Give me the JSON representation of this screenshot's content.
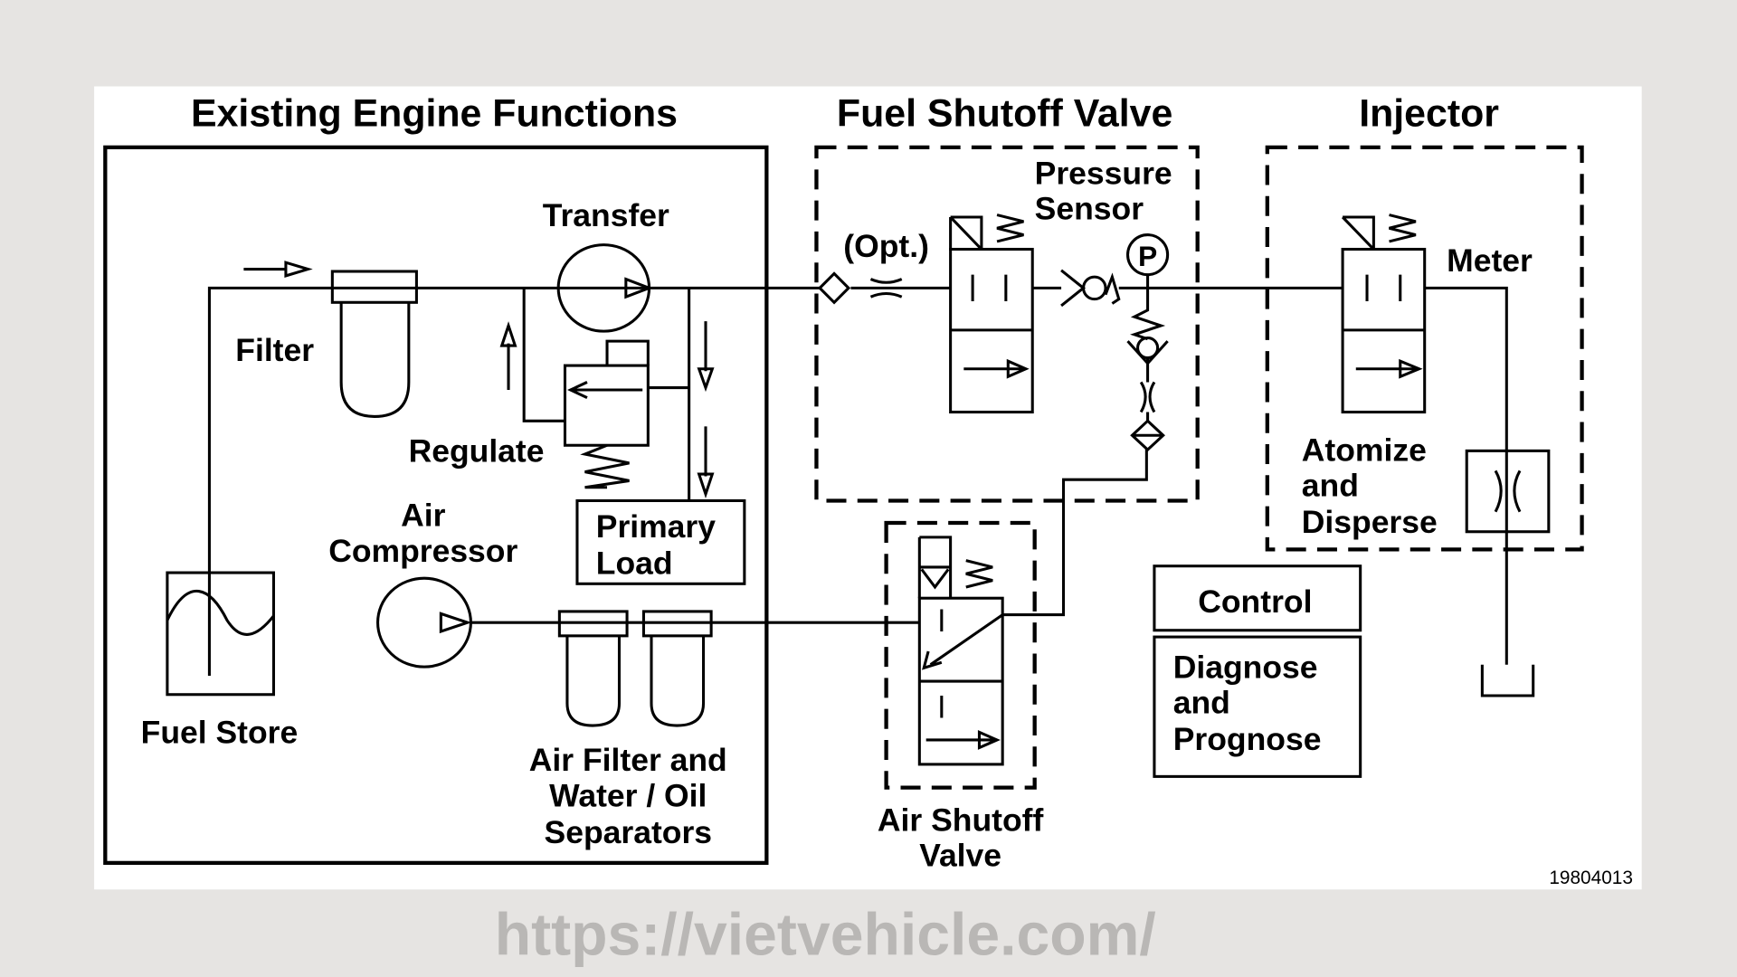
{
  "titles": {
    "existing": "Existing Engine Functions",
    "fuel_shutoff": "Fuel Shutoff Valve",
    "injector": "Injector"
  },
  "labels": {
    "transfer": "Transfer",
    "filter": "Filter",
    "regulate": "Regulate",
    "primary_load_1": "Primary",
    "primary_load_2": "Load",
    "air_comp_1": "Air",
    "air_comp_2": "Compressor",
    "fuel_store": "Fuel Store",
    "air_filter_1": "Air Filter and",
    "air_filter_2": "Water / Oil",
    "air_filter_3": "Separators",
    "opt": "(Opt.)",
    "pressure_1": "Pressure",
    "pressure_2": "Sensor",
    "p": "P",
    "meter": "Meter",
    "atomize_1": "Atomize",
    "atomize_2": "and",
    "atomize_3": "Disperse",
    "control": "Control",
    "diagnose_1": "Diagnose",
    "diagnose_2": "and",
    "diagnose_3": "Prognose",
    "air_shutoff_1": "Air Shutoff",
    "air_shutoff_2": "Valve"
  },
  "figure_number": "19804013",
  "watermark_url": "https://vietvehicle.com/",
  "colors": {
    "background": "#e6e4e2",
    "panel": "#ffffff",
    "ink": "#000000",
    "watermark": "#b9b7b5"
  }
}
